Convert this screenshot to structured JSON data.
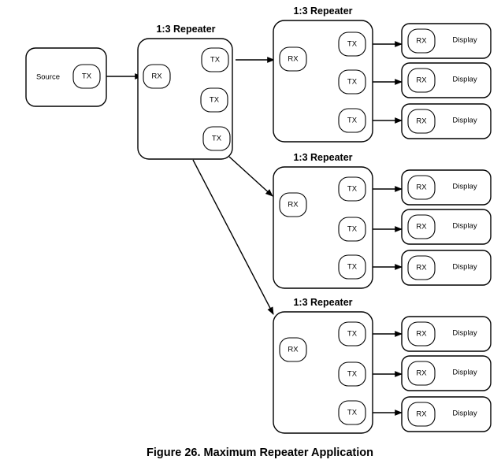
{
  "labels": {
    "source": "Source",
    "tx": "TX",
    "rx": "RX",
    "display": "Display",
    "repeater": "1:3 Repeater"
  },
  "caption": "Figure 26.  Maximum Repeater Application",
  "colors": {
    "stroke": "#000000",
    "background": "#ffffff"
  }
}
